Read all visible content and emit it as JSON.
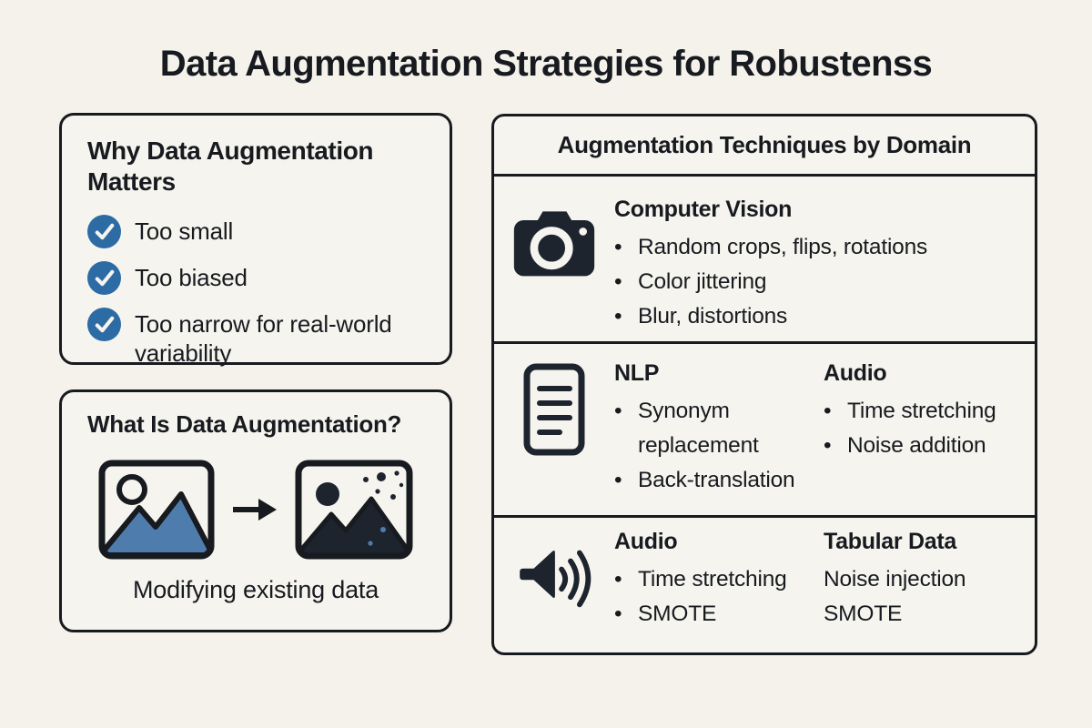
{
  "title": "Data Augmentation Strategies for Robustenss",
  "colors": {
    "background": "#f4f2eb",
    "ink": "#171a1f",
    "check_blue": "#2d6ba4",
    "mountain_blue": "#4e7dad"
  },
  "why_box": {
    "title": "Why Data Augmentation Matters",
    "items": [
      "Too small",
      "Too biased",
      "Too narrow for real-world variability"
    ]
  },
  "what_box": {
    "title": "What Is Data Augmentation?",
    "caption": "Modifying existing data",
    "icons": [
      "original-image-icon",
      "right-arrow-icon",
      "augmented-image-icon"
    ]
  },
  "techniques_panel": {
    "title": "Augmentation Techniques by Domain",
    "rows": [
      {
        "icon": "camera-icon",
        "columns": [
          {
            "heading": "Computer Vision",
            "items": [
              {
                "marker": "•",
                "text": "Random crops, flips, rotations"
              },
              {
                "marker": "•",
                "text": "Color jittering"
              },
              {
                "marker": "•",
                "text": "Blur, distortions"
              }
            ]
          }
        ]
      },
      {
        "icon": "document-icon",
        "columns": [
          {
            "heading": "NLP",
            "items": [
              {
                "marker": "•",
                "text": "Synonym replacement"
              },
              {
                "marker": "•",
                "text": "Back-translation"
              }
            ]
          },
          {
            "heading": "Audio",
            "items": [
              {
                "marker": "•",
                "text": "Time stretching"
              },
              {
                "marker": "•",
                "text": "Noise addition"
              }
            ]
          }
        ]
      },
      {
        "icon": "speaker-icon",
        "columns": [
          {
            "heading": "Audio",
            "items": [
              {
                "marker": "•",
                "text": "Time stretching"
              },
              {
                "marker": "•",
                "text": "SMOTE"
              }
            ]
          },
          {
            "heading": "Tabular Data",
            "items": [
              {
                "marker": "",
                "text": "Noise injection"
              },
              {
                "marker": "",
                "text": "SMOTE"
              }
            ]
          }
        ]
      }
    ]
  }
}
